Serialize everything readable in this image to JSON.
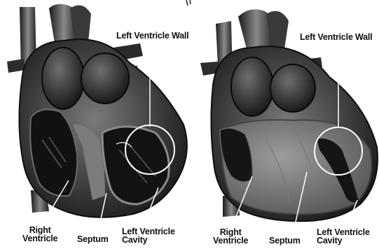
{
  "colors": {
    "background": "#ffffff",
    "tissue_dark": "#1c1c1c",
    "tissue_mid": "#5a5a5a",
    "tissue_light": "#9a9a9a",
    "highlight_circle": "#ffffff",
    "label_text": "#111111"
  },
  "left_heart": {
    "wall_label": "Left Ventricle Wall",
    "right_ventricle_label": [
      "Right",
      "Ventricle"
    ],
    "septum_label": "Septum",
    "cavity_label": [
      "Left Ventricle",
      "Cavity"
    ]
  },
  "right_heart": {
    "wall_label": "Left Ventricle Wall",
    "right_ventricle_label": [
      "Right",
      "Ventricle"
    ],
    "septum_label": "Septum",
    "cavity_label": [
      "Left Ventricle",
      "Cavity"
    ]
  }
}
